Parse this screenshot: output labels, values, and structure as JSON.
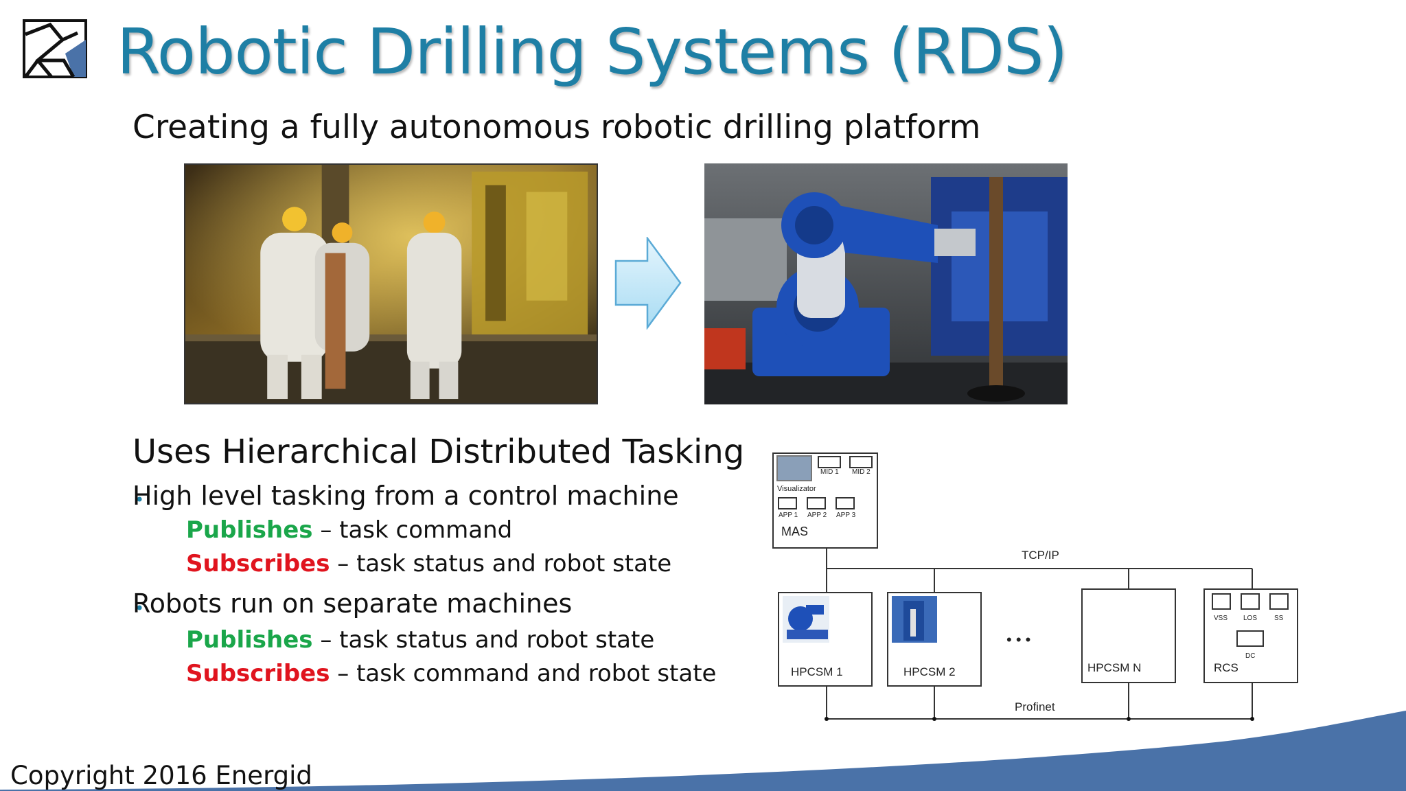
{
  "title": "Robotic Drilling Systems (RDS)",
  "subtitle": "Creating a fully autonomous robotic drilling platform",
  "section_heading": "Uses Hierarchical Distributed Tasking",
  "bullets": [
    {
      "text": "High level tasking from a control machine",
      "items": [
        {
          "keyword": "Publishes",
          "rest": " – task command"
        },
        {
          "keyword": "Subscribes",
          "rest": " – task status and robot state"
        }
      ]
    },
    {
      "text": "Robots run on separate machines",
      "items": [
        {
          "keyword": "Publishes",
          "rest": " – task status and robot state"
        },
        {
          "keyword": "Subscribes",
          "rest": " – task command and robot state"
        }
      ]
    }
  ],
  "bullet_glyph": "•",
  "images": {
    "before": "drill-floor-workers-photo",
    "after": "robotic-arm-drilling-photo",
    "transition": "right-arrow"
  },
  "diagram": {
    "mas": {
      "label": "MAS",
      "visualizer": "Visualizator",
      "mids": [
        "MID 1",
        "MID 2"
      ],
      "apps": [
        "APP 1",
        "APP 2",
        "APP 3"
      ]
    },
    "network_top": "TCP/IP",
    "network_bottom": "Profinet",
    "nodes": [
      "HPCSM 1",
      "HPCSM 2",
      "HPCSM N"
    ],
    "ellipsis": "• • •",
    "rcs": {
      "label": "RCS",
      "modules": [
        "VSS",
        "LOS",
        "SS"
      ],
      "dc": "DC"
    }
  },
  "copyright": "Copyright 2016 Energid",
  "colors": {
    "title": "#1e7fa5",
    "publishes": "#1aa64a",
    "subscribes": "#e0141e",
    "swoosh": "#4a72a8",
    "arrow": "#bfe6f7"
  }
}
